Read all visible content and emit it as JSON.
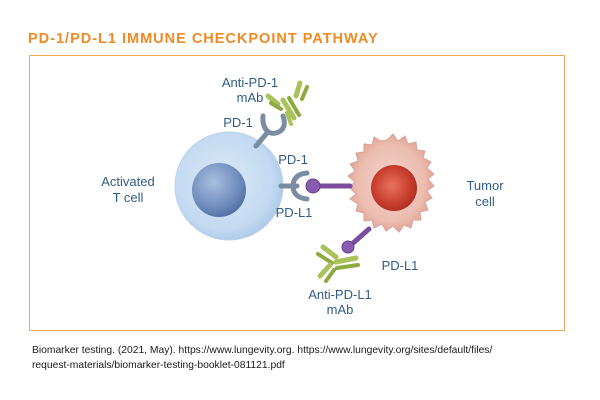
{
  "title": "PD-1/PD-L1 IMMUNE CHECKPOINT PATHWAY",
  "labels": {
    "anti_pd1_line1": "Anti-PD-1",
    "anti_pd1_line2": "mAb",
    "pd1_top": "PD-1",
    "pd1_mid": "PD-1",
    "pdl1_mid": "PD-L1",
    "activated_line1": "Activated",
    "activated_line2": "T cell",
    "tumor_line1": "Tumor",
    "tumor_line2": "cell",
    "pdl1_low": "PD-L1",
    "anti_pdl1_line1": "Anti-PD-L1",
    "anti_pdl1_line2": "mAb"
  },
  "caption": {
    "line1": "Biomarker testing. (2021, May). https://www.lungevity.org. https://www.lungevity.org/sites/default/files/",
    "line2": "request-materials/biomarker-testing-booklet-081121.pdf"
  },
  "colors": {
    "accent": "#f08a24",
    "frame": "#f2a65a",
    "label_text": "#2f5d86",
    "t_cell": "#c6dcf2",
    "t_cell_nucleus": "#6f8fbe",
    "tumor_cell": "#eab8ad",
    "tumor_nucleus": "#c0392b",
    "receptor_pd1": "#7b8da3",
    "ligand_pdl1": "#7a4d9e",
    "antibody": "#a9c25a"
  }
}
